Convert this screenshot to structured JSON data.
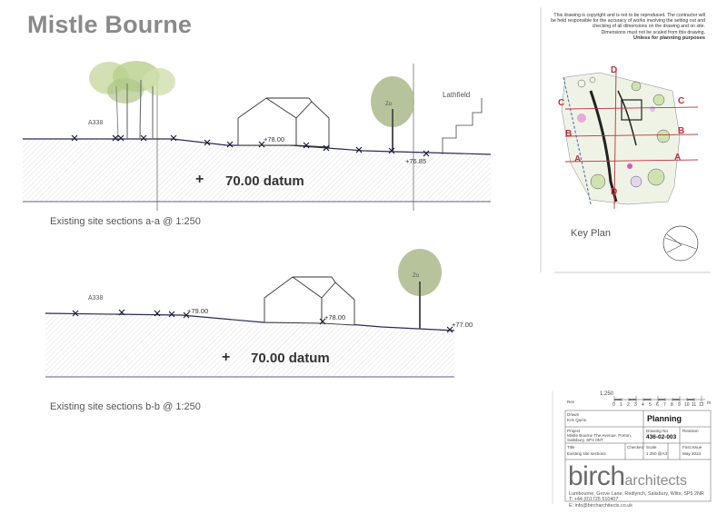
{
  "title": "Mistle Bourne",
  "disclaimer": {
    "lines": [
      "This drawing is copyright and is not to be reproduced. The contractor will",
      "be held responsible for the accuracy of works involving the setting out and",
      "checking of all dimensions on the drawing and on site.",
      "Dimensions must not be scaled from this drawing."
    ],
    "emphasis": "Unless for planning purposes"
  },
  "section_aa": {
    "road_label": "A338",
    "neighbour_label": "Lathfield",
    "levels": [
      "+78.00",
      "+76.85"
    ],
    "datum_plus": "+",
    "datum_label": "70.00 datum",
    "caption": "Existing site sections a-a @ 1:250"
  },
  "section_bb": {
    "road_label": "A338",
    "levels": [
      "+79.00",
      "+78.00",
      "+77.00"
    ],
    "datum_plus": "+",
    "datum_label": "70.00 datum",
    "caption": "Existing site sections b-b @ 1:250"
  },
  "key_plan": {
    "label": "Key Plan",
    "section_letters": [
      "C",
      "C",
      "B",
      "B",
      "A",
      "A",
      "D",
      "D"
    ]
  },
  "scale_bar": {
    "ratio": "1:250",
    "unit": "m",
    "ticks": [
      "0",
      "1",
      "2",
      "3",
      "4",
      "5",
      "6",
      "7",
      "8",
      "9",
      "10",
      "11",
      "12"
    ]
  },
  "title_block": {
    "rev": "Rev",
    "drawn_label": "Drawn",
    "drawn_by": "Kris Quinn",
    "status": "Planning",
    "project_label": "Project",
    "project_lines": [
      "Mistle Bourne The Avenue, Porton,",
      "Salisbury, SP4 0NT"
    ],
    "drawing_no_label": "Drawing No",
    "drawing_no": "436-02-003",
    "revision_label": "Revision",
    "title_label": "Title",
    "title": "Existing site sections",
    "scale_label": "Scale",
    "scale_value": "1:250 @A3",
    "date_label": "First Issue",
    "date_value": "May 2024",
    "checked_label": "Checked"
  },
  "brand": {
    "name": "birch",
    "suffix": "architects"
  },
  "contact": [
    "Lumbourne, Grove Lane, Redlynch, Salisbury, Wilts, SP5 2NR",
    "T: +44 (0)1725 510407",
    "E: info@bircharchitects.co.uk"
  ]
}
